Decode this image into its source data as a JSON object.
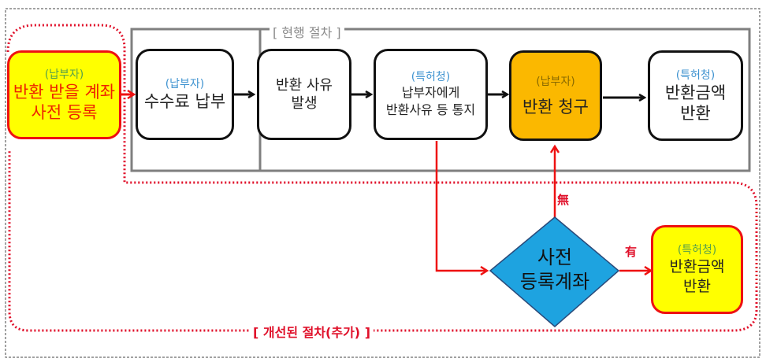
{
  "diagram": {
    "current_process_title": "[ 현행 절차 ]",
    "improved_process_title": "[ 개선된 절차(추가) ]",
    "nodes": {
      "pre_register": {
        "who": "(납부자)",
        "lines": [
          "반환 받을 계좌",
          "사전 등록"
        ]
      },
      "pay_fee": {
        "who": "(납부자)",
        "lines": [
          "수수료 납부"
        ]
      },
      "refund_reason": {
        "who": "",
        "lines": [
          "반환 사유",
          "발생"
        ]
      },
      "notify": {
        "who": "(특허청)",
        "lines": [
          "납부자에게",
          "반환사유 등 통지"
        ]
      },
      "claim": {
        "who": "(납부자)",
        "lines": [
          "반환 청구"
        ]
      },
      "refund_current": {
        "who": "(특허청)",
        "lines": [
          "반환금액",
          "반환"
        ]
      },
      "decision": {
        "lines": [
          "사전",
          "등록계좌"
        ]
      },
      "refund_new": {
        "who": "(특허청)",
        "lines": [
          "반환금액",
          "반환"
        ]
      }
    },
    "branch_labels": {
      "no": "無",
      "yes": "有"
    }
  },
  "colors": {
    "current_border": "#7f7f7f",
    "improved_border": "#e0102a",
    "accent_red": "#ee1111",
    "claim_fill": "#fbb800",
    "highlight_fill": "#ffff00",
    "decision_fill": "#1ea3e0"
  }
}
